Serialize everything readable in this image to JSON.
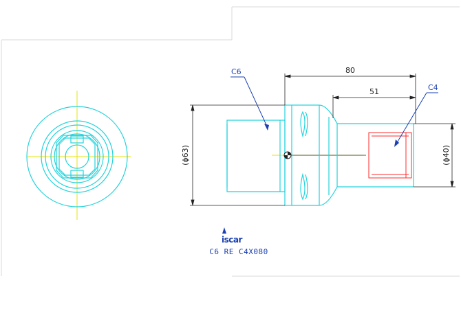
{
  "drawing": {
    "dimensions": {
      "overall_length": "80",
      "shank_length": "51",
      "major_diameter": "(ϕ63)",
      "minor_diameter": "(ϕ40)"
    },
    "labels": {
      "left_interface": "C6",
      "right_interface": "C4"
    },
    "brand": "iscar",
    "part_number": "C6 RE C4X080",
    "colors": {
      "outline": "#22d3dc",
      "centerline": "#e6e600",
      "hidden": "#ff2a2a",
      "dimension": "#222222",
      "callout": "#1a3fb0"
    }
  }
}
